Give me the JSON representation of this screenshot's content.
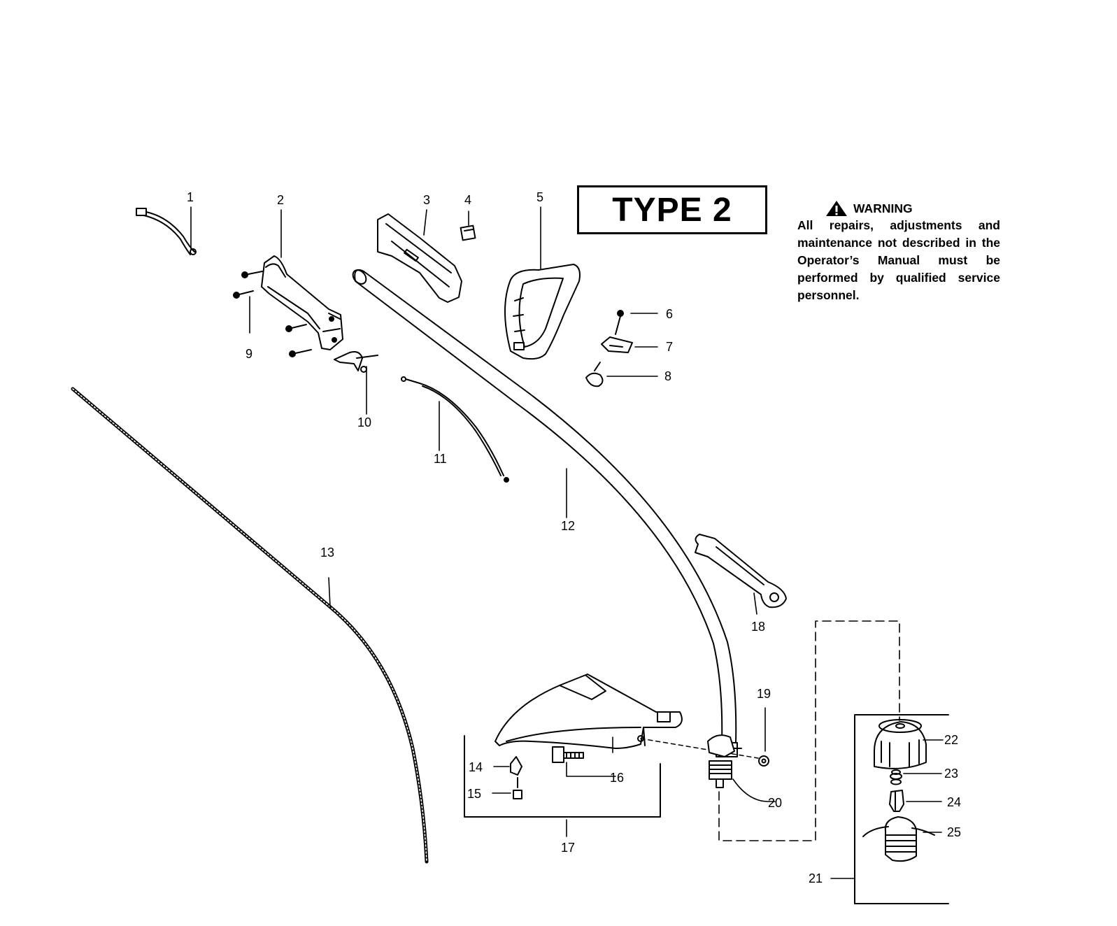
{
  "title": "TYPE 2",
  "warning": {
    "heading": "WARNING",
    "body": "All repairs, adjustments and maintenance not described in the Operator’s Manual must be performed by qualified service personnel."
  },
  "callouts": [
    "1",
    "2",
    "3",
    "4",
    "5",
    "6",
    "7",
    "8",
    "9",
    "10",
    "11",
    "12",
    "13",
    "14",
    "15",
    "16",
    "17",
    "18",
    "19",
    "20",
    "21",
    "22",
    "23",
    "24",
    "25"
  ],
  "icons": [
    "warning-triangle-icon"
  ],
  "colors": {
    "ink": "#000000",
    "paper": "#ffffff"
  }
}
